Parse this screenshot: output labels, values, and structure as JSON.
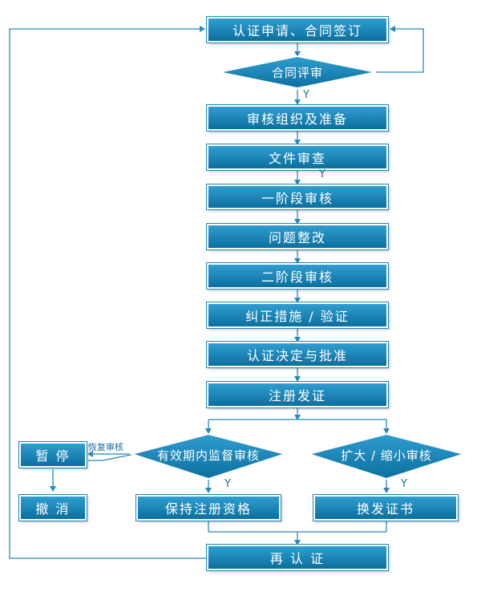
{
  "nodes": {
    "apply": "认证申请、合同签订",
    "contract_review": "合同评审",
    "prep": "审核组织及准备",
    "doc_review": "文件审查",
    "stage1": "一阶段审核",
    "rectify": "问题整改",
    "stage2": "二阶段审核",
    "corrective": "纠正措施 / 验证",
    "decision": "认证决定与批准",
    "register": "注册发证",
    "surveillance": "有效期内监督审核",
    "scope_change": "扩大 / 缩小审核",
    "suspend": "暂 停",
    "withdraw": "撤 消",
    "maintain": "保持注册资格",
    "reissue": "换发证书",
    "recert": "再 认 证"
  },
  "edge_labels": {
    "yes": "Y",
    "resume_audit": "恢复审核"
  },
  "colors": {
    "box_top": "#2f9ed0",
    "box_bottom": "#0b6f9f",
    "line": "#2a88b8"
  }
}
